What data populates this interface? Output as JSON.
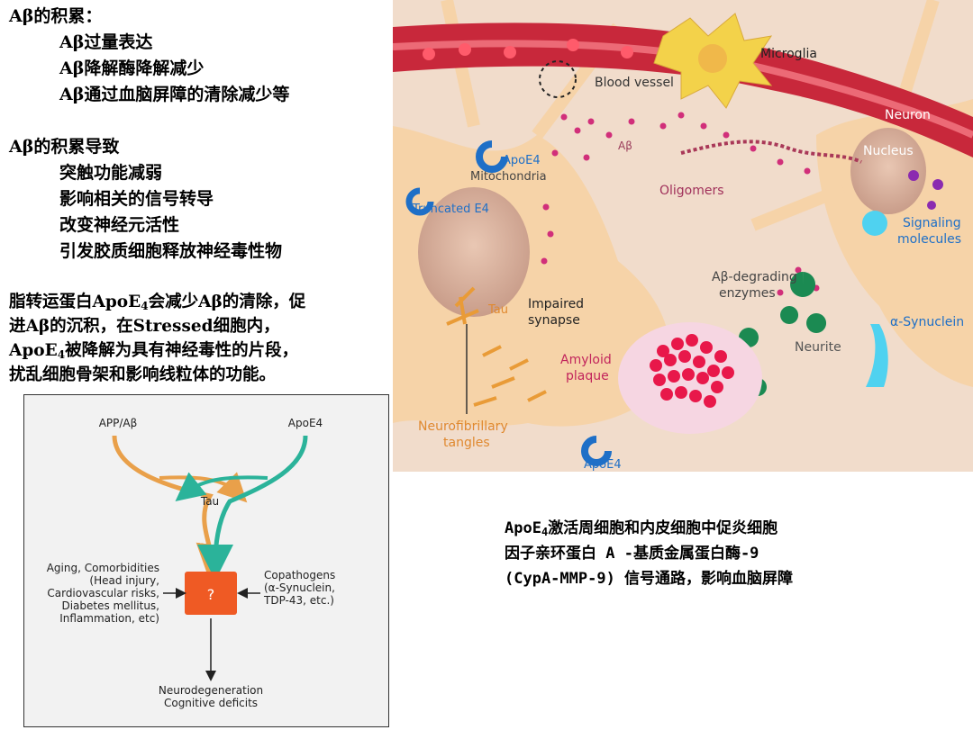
{
  "left_text": {
    "heading1": "Aβ的积累：",
    "items1": [
      "Aβ过量表达",
      "Aβ降解酶降解减少",
      "Aβ通过血脑屏障的清除减少等"
    ],
    "heading2": "Aβ的积累导致",
    "items2": [
      "突触功能减弱",
      "影响相关的信号转导",
      "改变神经元活性",
      "引发胶质细胞释放神经毒性物"
    ]
  },
  "paragraph": {
    "l1a": "脂转运蛋白ApoE",
    "l1sub": "4",
    "l1b": "会减少Aβ的清除，促",
    "l2": "进Aβ的沉积，在Stressed细胞内，",
    "l3a": "ApoE",
    "l3sub": "4",
    "l3b": "被降解为具有神经毒性的片段，",
    "l4": "扰乱细胞骨架和影响线粒体的功能。"
  },
  "caption": {
    "l1a": "ApoE",
    "l1sub": "4",
    "l1b": "激活周细胞和内皮细胞中促炎细胞",
    "l2": "因子亲环蛋白 A -基质金属蛋白酶-9",
    "l3": "(CypA-MMP-9) 信号通路，影响血脑屏障"
  },
  "illustration": {
    "microglia": "Microglia",
    "blood_vessel": "Blood vessel",
    "neuron": "Neuron",
    "nucleus": "Nucleus",
    "apoe4_top": "ApoE4",
    "mitochondria": "Mitochondria",
    "abeta": "Aβ",
    "oligomers": "Oligomers",
    "truncated": "Truncated E4",
    "signaling1": "Signaling",
    "signaling2": "molecules",
    "degrading1": "Aβ-degrading",
    "degrading2": "enzymes",
    "tau": "Tau",
    "impaired1": "Impaired",
    "impaired2": "synapse",
    "synuclein": "α-Synuclein",
    "neurite": "Neurite",
    "amyloid1": "Amyloid",
    "amyloid2": "plaque",
    "nft1": "Neurofibrillary",
    "nft2": "tangles",
    "apoe4_bottom": "ApoE4"
  },
  "diagram": {
    "app": "APP/Aβ",
    "apoe4": "ApoE4",
    "tau": "Tau",
    "question": "?",
    "left": [
      "Aging, Comorbidities",
      "(Head injury,",
      "Cardiovascular risks,",
      "Diabetes mellitus,",
      "Inflammation, etc)"
    ],
    "right": [
      "Copathogens",
      "(α-Synuclein,",
      "TDP-43, etc.)"
    ],
    "bottom": [
      "Neurodegeneration",
      "Cognitive deficits"
    ],
    "colors": {
      "orange": "#e9a04a",
      "teal": "#2bb39a",
      "box": "#ef5a24"
    }
  }
}
